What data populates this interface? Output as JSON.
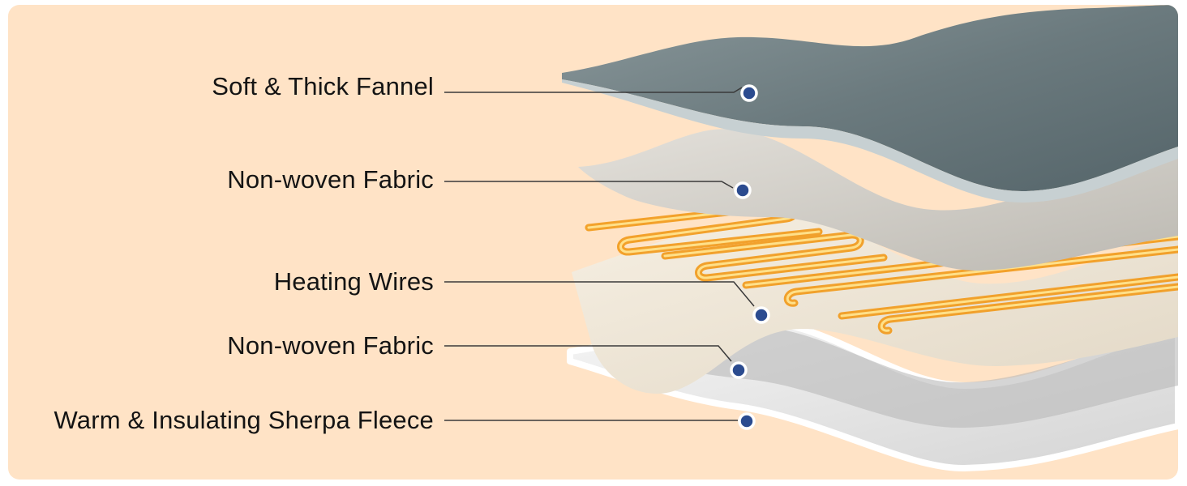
{
  "background_color": "#ffe3c6",
  "accent_dot_color": "#2b4b8f",
  "layers": [
    {
      "label": "Soft & Thick Fannel",
      "color": "#6e7e82"
    },
    {
      "label": "Non-woven Fabric",
      "color": "#d6d3cc"
    },
    {
      "label": "Heating Wires",
      "color": "#f6a623"
    },
    {
      "label": "Non-woven Fabric",
      "color": "#ece3d4"
    },
    {
      "label": "Warm & Insulating Sherpa Fleece",
      "color": "#ededed"
    }
  ]
}
